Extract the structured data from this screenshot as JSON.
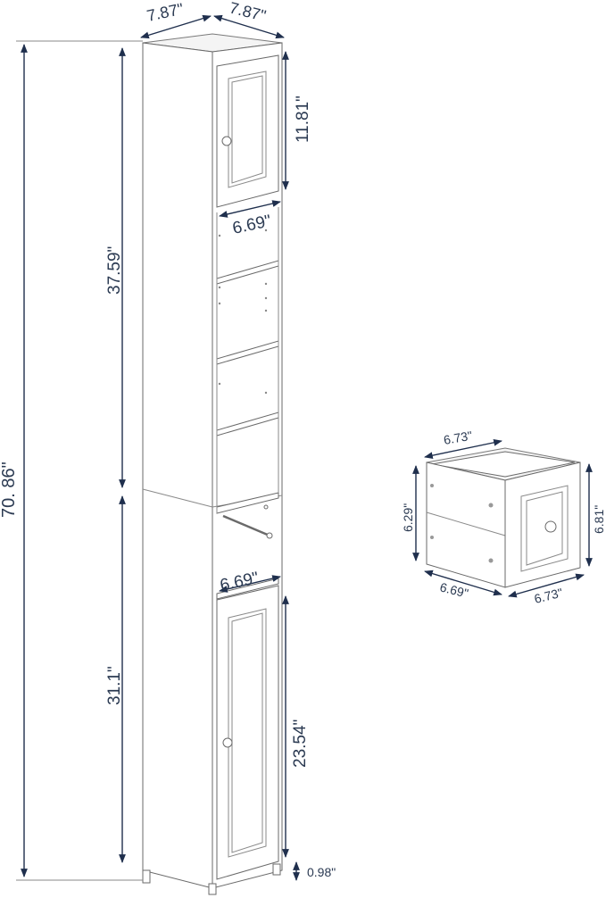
{
  "dimensions": {
    "cabinet_depth": "7.87\"",
    "cabinet_width": "7.87\"",
    "total_height": "70. 86\"",
    "upper_height": "37.59\"",
    "lower_height": "31.1\"",
    "top_door_height": "11.81\"",
    "shelf_width": "6.69\"",
    "bottom_shelf_width": "6.69\"",
    "bottom_door_height": "23.54\"",
    "feet_height": "0.98\""
  },
  "drawer": {
    "top_depth": "6.73\"",
    "left_height": "6.29\"",
    "right_height": "6.81\"",
    "bottom_width": "6.69\"",
    "bottom_depth": "6.73\""
  },
  "colors": {
    "dimension": "#1f2f4d",
    "outline": "#5a5a5a",
    "background": "#ffffff"
  }
}
